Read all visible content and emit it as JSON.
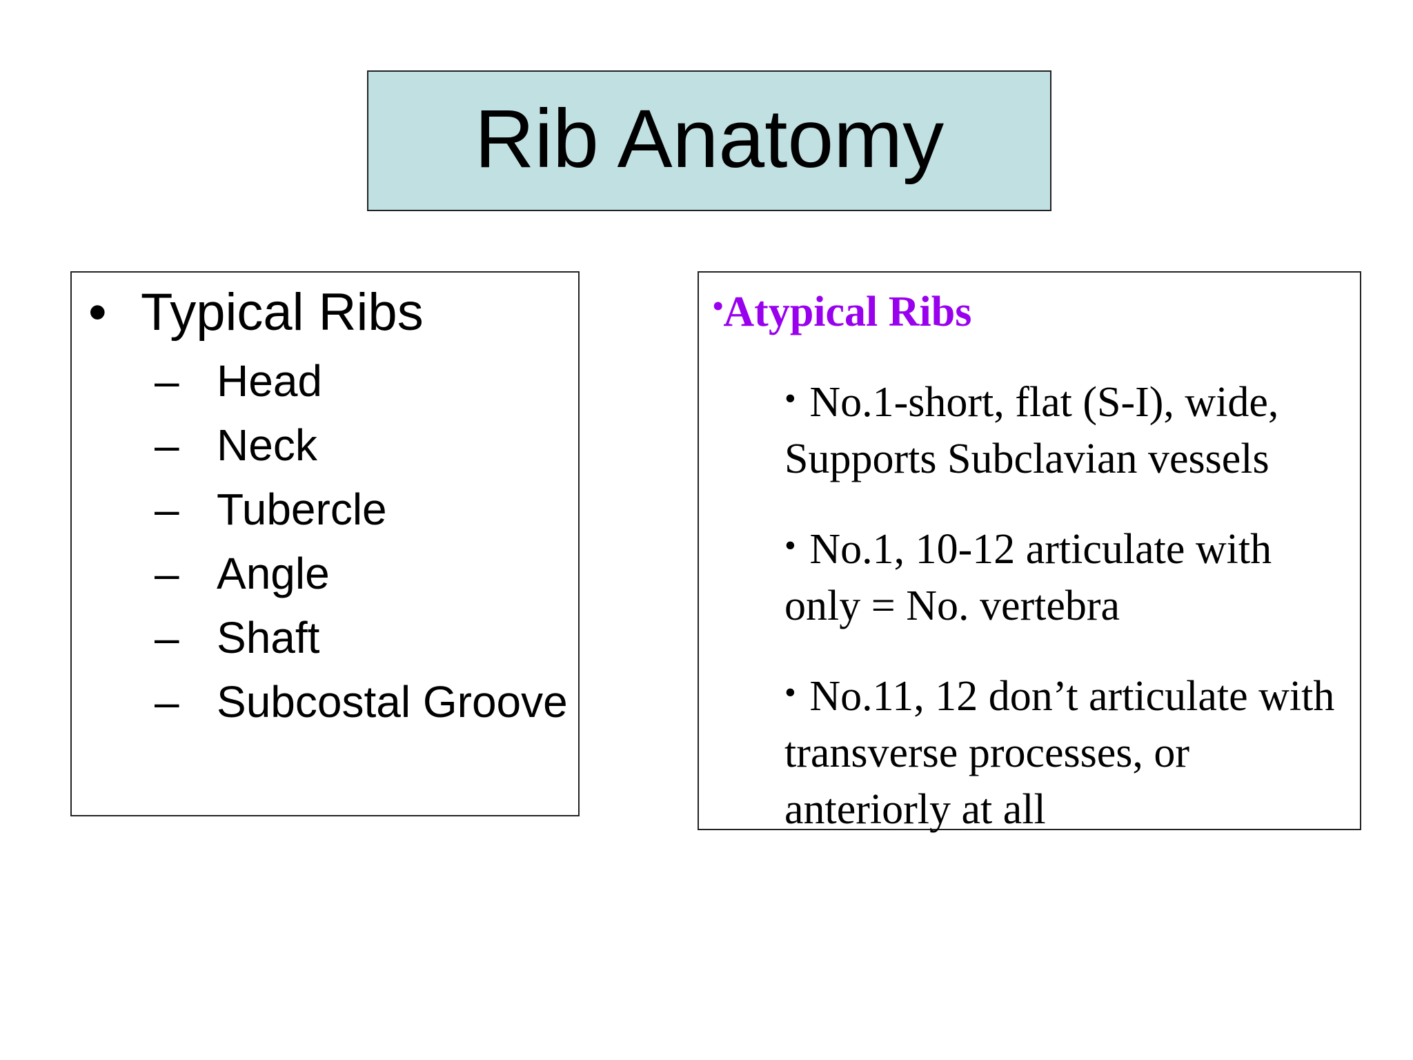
{
  "slide": {
    "title": "Rib Anatomy"
  },
  "left_panel": {
    "bullet": "•",
    "heading": "Typical Ribs",
    "dash": "–",
    "items": [
      "Head",
      "Neck",
      "Tubercle",
      "Angle",
      "Shaft",
      "Subcostal Groove"
    ]
  },
  "right_panel": {
    "bullet": "•",
    "heading": "Atypical Ribs",
    "heading_color": "#9900ee",
    "items": [
      "No.1-short, flat (S-I), wide, Supports Subclavian vessels",
      "No.1, 10-12 articulate with only = No. vertebra",
      "No.11, 12 don’t articulate with transverse processes, or anteriorly at all"
    ]
  }
}
